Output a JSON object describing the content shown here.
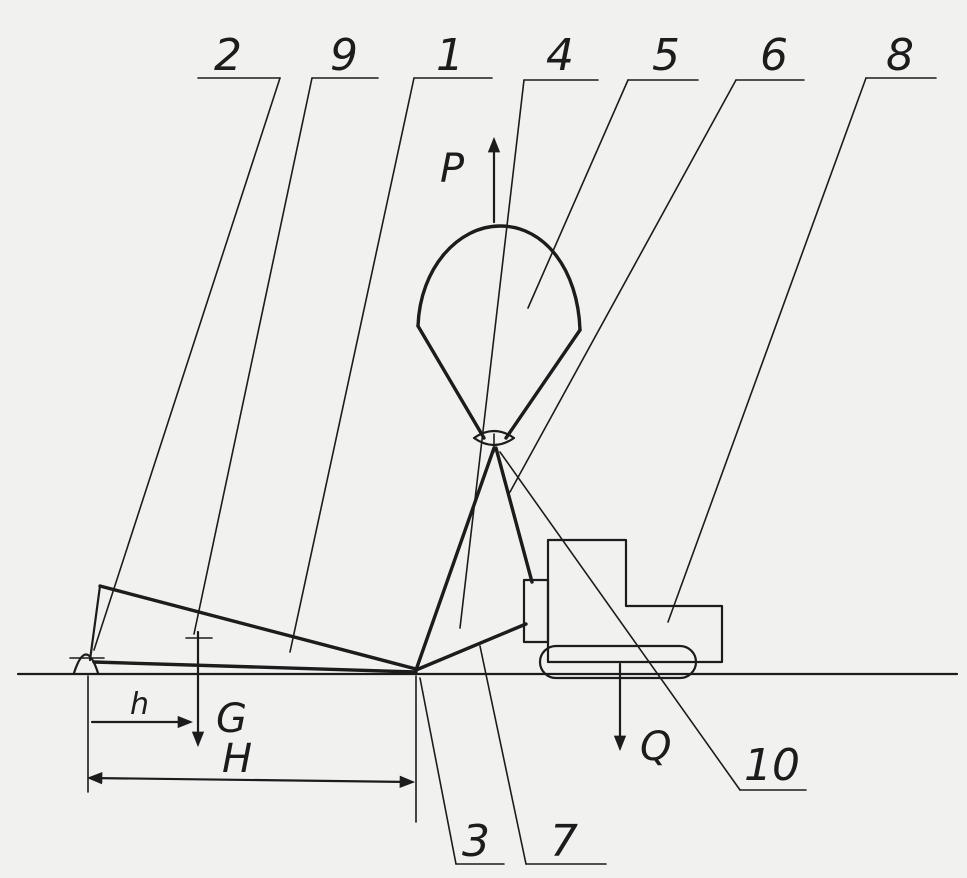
{
  "labels": {
    "n1": "1",
    "n2": "2",
    "n3": "3",
    "n4": "4",
    "n5": "5",
    "n6": "6",
    "n7": "7",
    "n8": "8",
    "n9": "9",
    "n10": "10"
  },
  "symbols": {
    "force_p": "P",
    "force_g": "G",
    "force_q": "Q",
    "dim_h_small": "h",
    "dim_h_large": "H"
  },
  "colors": {
    "ink": "#1c1c1c",
    "paper": "#f1f1ef"
  }
}
